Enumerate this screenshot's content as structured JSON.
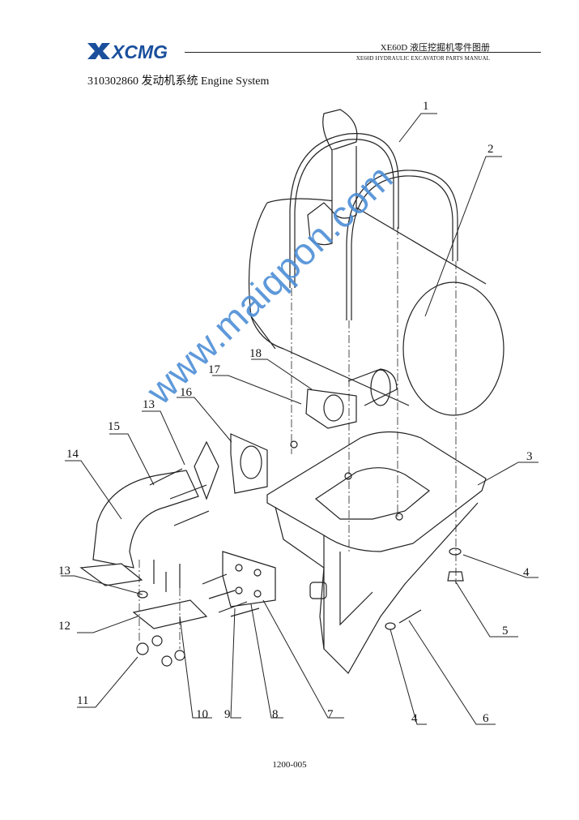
{
  "header": {
    "logo_text": "XCMG",
    "title": "XE60D  液压挖掘机零件图册",
    "subtitle": "XE60D HYDRAULIC EXCAVATOR PARTS MANUAL"
  },
  "section_title": "310302860  发动机系统 Engine System",
  "watermark": "www.maiqpon.com",
  "callouts": [
    "1",
    "2",
    "3",
    "4",
    "5",
    "4",
    "6",
    "7",
    "8",
    "9",
    "10",
    "11",
    "12",
    "13",
    "14",
    "15",
    "13",
    "16",
    "17",
    "18"
  ],
  "page_number": "1200-005"
}
